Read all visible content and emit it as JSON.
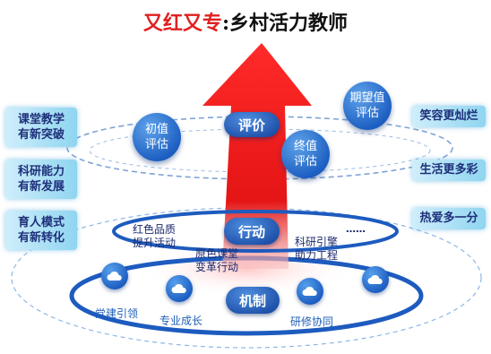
{
  "title": {
    "red_part": "又红又专",
    "black_part": ":乡村活力教师"
  },
  "left_boxes": [
    {
      "line1": "课堂教学",
      "line2": "有新突破"
    },
    {
      "line1": "科研能力",
      "line2": "有新发展"
    },
    {
      "line1": "育人模式",
      "line2": "有新转化"
    }
  ],
  "right_boxes": [
    "笑容更灿烂",
    "生活更多彩",
    "热爱多一分"
  ],
  "evaluation": {
    "label": "评价",
    "initial": {
      "line1": "初值",
      "line2": "评估"
    },
    "expected": {
      "line1": "期望值",
      "line2": "评估"
    },
    "final": {
      "line1": "终值",
      "line2": "评估"
    }
  },
  "action": {
    "label": "行动",
    "item1": {
      "line1": "红色品质",
      "line2": "提升活动"
    },
    "item2": {
      "line1": "原色课堂",
      "line2": "变革行动"
    },
    "item3": {
      "line1": "科研引擎",
      "line2": "助力工程"
    },
    "ellipsis": "……"
  },
  "mechanism": {
    "label": "机制",
    "items": [
      "党建引领",
      "专业成长",
      "研修协同"
    ]
  },
  "icons": [
    "cloud-icon",
    "cloud-icon",
    "cloud-icon",
    "cloud-icon"
  ],
  "colors": {
    "accent_red": "#e02020",
    "ring_blue": "#1d5bbf",
    "text_navy": "#1e2f7a"
  }
}
